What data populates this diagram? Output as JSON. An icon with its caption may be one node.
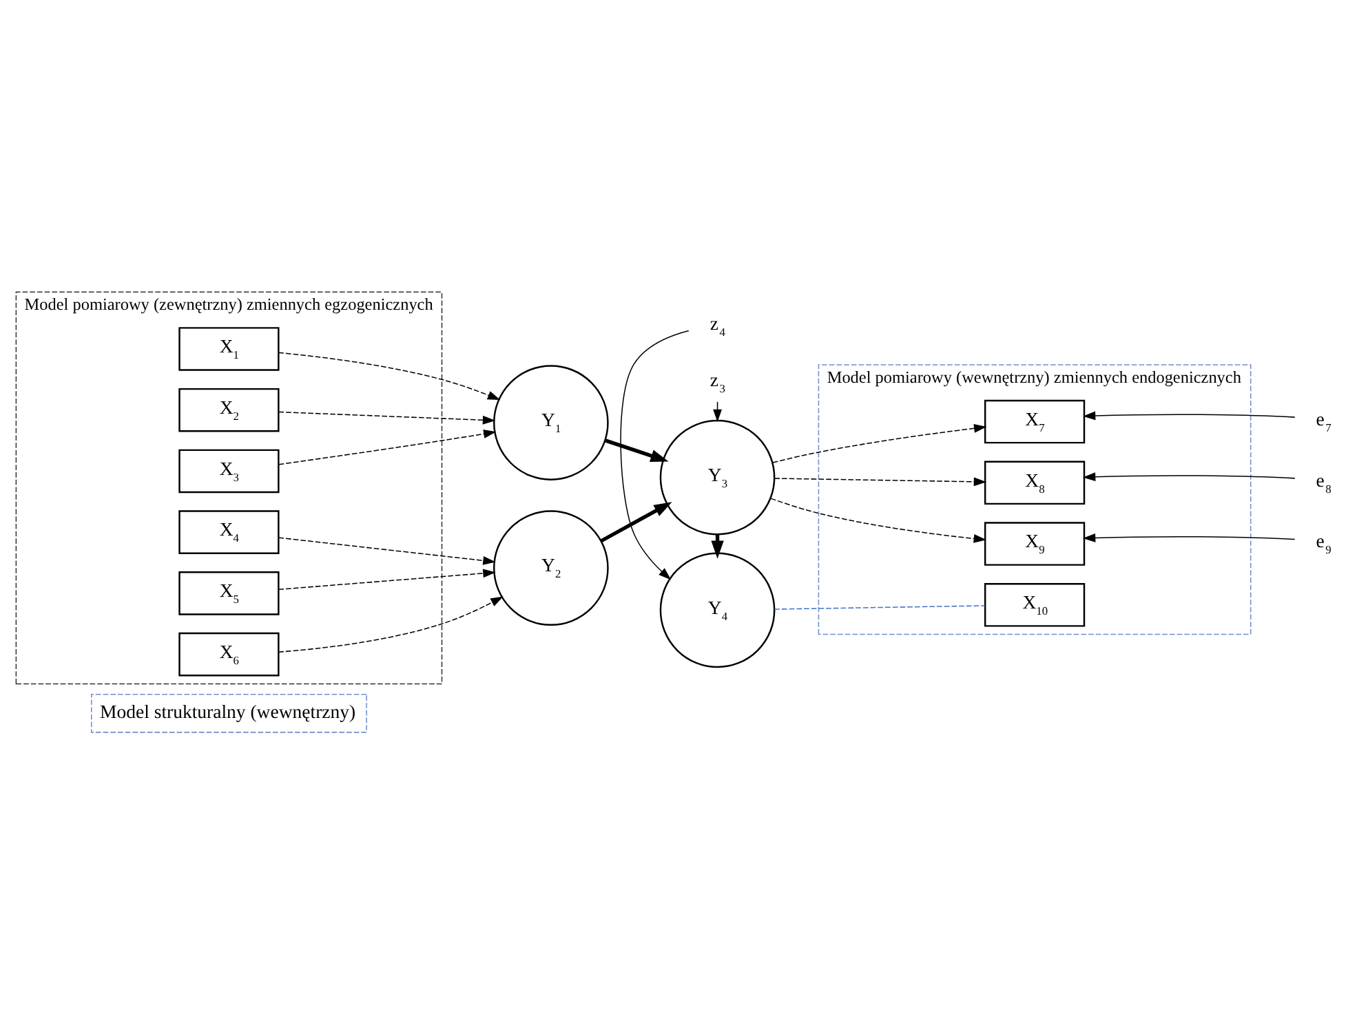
{
  "diagram": {
    "nodes": [
      {
        "text": [
          "Model pomiarowy (zewnętrzny) zmiennych egzogenicznych"
        ]
      },
      {
        "text": [
          "Model pomiarowy (wewnętrzny) zmiennych endogenicznych"
        ]
      },
      {
        "text": [
          "Model strukturalny (wewnętrzny)"
        ]
      },
      {
        "text": [
          "X$_{1}$"
        ],
        "in": 0
      },
      {
        "text": [
          "X$_{2}$"
        ],
        "in": 0
      },
      {
        "text": [
          "X$_{3}$"
        ],
        "in": 0
      },
      {
        "text": [
          "X$_{4}$"
        ],
        "in": 0
      },
      {
        "text": [
          "X$_{5}$"
        ],
        "in": 0
      },
      {
        "text": [
          "X$_{6}$"
        ],
        "in": 0
      },
      {
        "text": [
          "Y$_{1}$"
        ]
      },
      {
        "text": [
          "Y$_{2}$"
        ]
      },
      {
        "text": [
          "Y$_{3}$"
        ]
      },
      {
        "text": [
          "Y$_{4}$"
        ]
      },
      {
        "text": [
          "X$_{7}$"
        ],
        "in": 1
      },
      {
        "text": [
          "X$_{8}$"
        ],
        "in": 1
      },
      {
        "text": [
          "X$_{9}$"
        ],
        "in": 1
      },
      {
        "text": [
          "X$_{10}$"
        ],
        "in": 1
      },
      {
        "text": [
          "z$_{3}$"
        ]
      },
      {
        "text": [
          "z$_{4}$"
        ]
      },
      {
        "text": [
          "e$_{7}$"
        ]
      },
      {
        "text": [
          "e$_{8}$"
        ]
      },
      {
        "text": [
          "e$_{9}$"
        ]
      }
    ],
    "edges": [
      {
        "from": 3,
        "to": 9,
        "arrow": "to",
        "style": "dashed"
      },
      {
        "from": 4,
        "to": 9,
        "arrow": "to",
        "style": "dashed"
      },
      {
        "from": 5,
        "to": 9,
        "arrow": "to",
        "style": "dashed"
      },
      {
        "from": 6,
        "to": 10,
        "arrow": "to",
        "style": "dashed"
      },
      {
        "from": 7,
        "to": 10,
        "arrow": "to",
        "style": "dashed"
      },
      {
        "from": 8,
        "to": 10,
        "arrow": "to",
        "style": "dashed"
      },
      {
        "from": 9,
        "to": 11,
        "arrow": "to",
        "style": "thick"
      },
      {
        "from": 10,
        "to": 11,
        "arrow": "to",
        "style": "thick"
      },
      {
        "from": 11,
        "to": 12,
        "arrow": "to",
        "style": "thick"
      },
      {
        "from": 11,
        "to": 13,
        "arrow": "to",
        "style": "dashed"
      },
      {
        "from": 11,
        "to": 14,
        "arrow": "to",
        "style": "dashed"
      },
      {
        "from": 11,
        "to": 15,
        "arrow": "to",
        "style": "dashed"
      },
      {
        "from": 12,
        "to": 16,
        "arrow": "none",
        "style": "dashed",
        "color": "#4472c4"
      },
      {
        "from": 17,
        "to": 11,
        "arrow": "to"
      },
      {
        "from": 18,
        "to": 12,
        "arrow": "to"
      },
      {
        "from": 19,
        "to": 13,
        "arrow": "to"
      },
      {
        "from": 20,
        "to": 14,
        "arrow": "to"
      },
      {
        "from": 21,
        "to": 15,
        "arrow": "to"
      }
    ]
  }
}
